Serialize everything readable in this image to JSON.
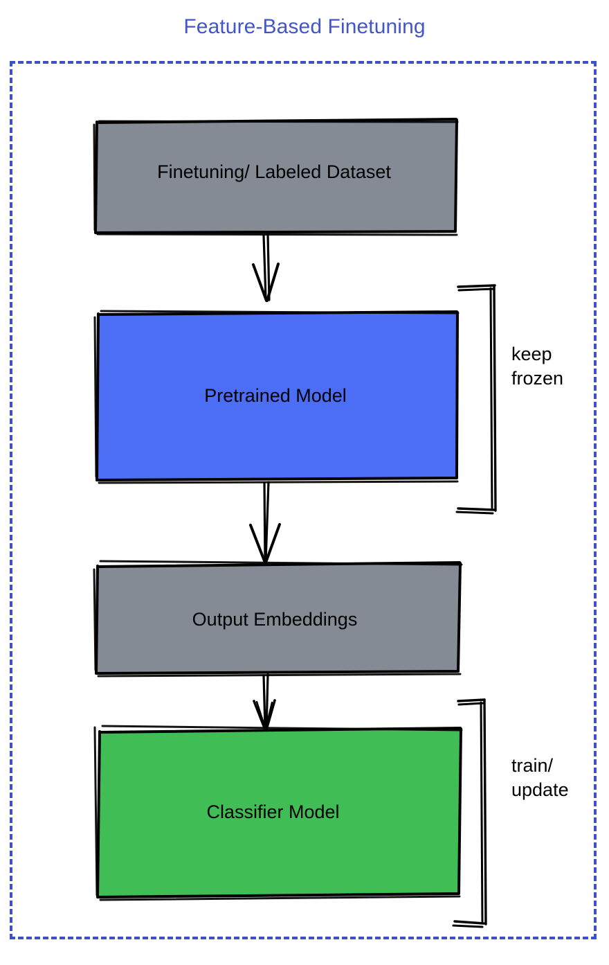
{
  "title": "Feature-Based Finetuning",
  "colors": {
    "title": "#4256c9",
    "frame_border": "#3f51c8",
    "gray_node": "#858b94",
    "blue_node": "#4b6ef5",
    "green_node": "#40bd55",
    "stroke": "#000000",
    "background": "#ffffff"
  },
  "chart_data": {
    "type": "diagram",
    "title": "Feature-Based Finetuning",
    "orientation": "vertical-top-down",
    "nodes": [
      {
        "id": "dataset",
        "label": "Finetuning/ Labeled Dataset",
        "fill": "#858b94",
        "order": 1
      },
      {
        "id": "pretrained",
        "label": "Pretrained Model",
        "fill": "#4b6ef5",
        "order": 2
      },
      {
        "id": "embeddings",
        "label": "Output Embeddings",
        "fill": "#858b94",
        "order": 3
      },
      {
        "id": "classifier",
        "label": "Classifier Model",
        "fill": "#40bd55",
        "order": 4
      }
    ],
    "edges": [
      {
        "from": "dataset",
        "to": "pretrained",
        "style": "sketch-arrow"
      },
      {
        "from": "pretrained",
        "to": "embeddings",
        "style": "sketch-arrow"
      },
      {
        "from": "embeddings",
        "to": "classifier",
        "style": "sketch-arrow"
      }
    ],
    "annotations": [
      {
        "id": "keep-frozen",
        "label": "keep\nfrozen",
        "targets": [
          "pretrained"
        ],
        "marker": "bracket-right"
      },
      {
        "id": "train-update",
        "label": "train/\nupdate",
        "targets": [
          "classifier"
        ],
        "marker": "bracket-right"
      }
    ]
  },
  "nodes": {
    "dataset": {
      "label": "Finetuning/ Labeled Dataset"
    },
    "pretrained": {
      "label": "Pretrained Model"
    },
    "embeddings": {
      "label": "Output Embeddings"
    },
    "classifier": {
      "label": "Classifier Model"
    }
  },
  "annotations": {
    "keep_frozen": "keep\nfrozen",
    "train_update": "train/\nupdate"
  }
}
